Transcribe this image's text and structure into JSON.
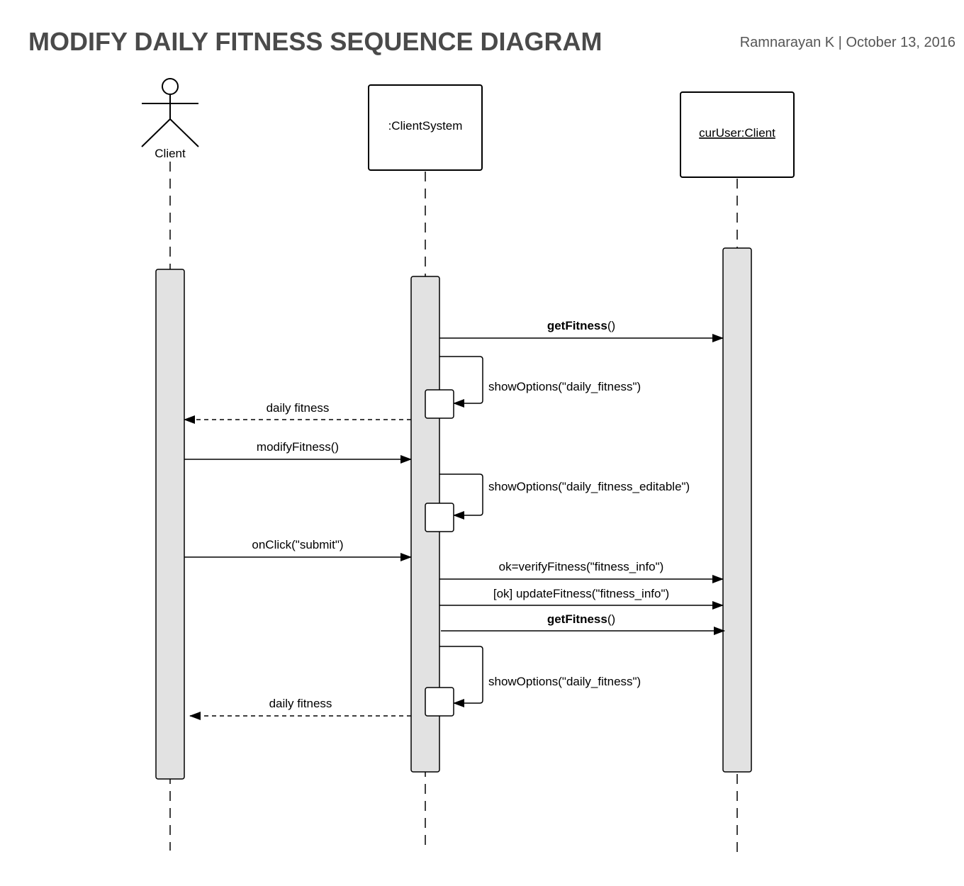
{
  "header": {
    "title": "MODIFY DAILY FITNESS SEQUENCE DIAGRAM",
    "author": "Ramnarayan  K |",
    "date": "October 13, 2016"
  },
  "participants": [
    {
      "id": "client",
      "kind": "actor",
      "label": "Client"
    },
    {
      "id": "clientsystem",
      "kind": "object",
      "label": ":ClientSystem"
    },
    {
      "id": "curuser",
      "kind": "object",
      "label": "curUser:Client",
      "underline": true
    }
  ],
  "messages": [
    {
      "from": "clientsystem",
      "to": "curuser",
      "type": "sync",
      "label_bold": "getFitness",
      "label_rest": "()"
    },
    {
      "from": "clientsystem",
      "to": "clientsystem",
      "type": "self",
      "label": "showOptions(\"daily_fitness\")"
    },
    {
      "from": "clientsystem",
      "to": "client",
      "type": "return",
      "label": "daily fitness"
    },
    {
      "from": "client",
      "to": "clientsystem",
      "type": "sync",
      "label": "modifyFitness()"
    },
    {
      "from": "clientsystem",
      "to": "clientsystem",
      "type": "self",
      "label": "showOptions(\"daily_fitness_editable\")"
    },
    {
      "from": "client",
      "to": "clientsystem",
      "type": "sync",
      "label": "onClick(\"submit\")"
    },
    {
      "from": "clientsystem",
      "to": "curuser",
      "type": "sync",
      "label": "ok=verifyFitness(\"fitness_info\")"
    },
    {
      "from": "clientsystem",
      "to": "curuser",
      "type": "sync",
      "label": "[ok] updateFitness(\"fitness_info\")"
    },
    {
      "from": "clientsystem",
      "to": "curuser",
      "type": "sync",
      "label_bold": "getFitness",
      "label_rest": "()"
    },
    {
      "from": "clientsystem",
      "to": "clientsystem",
      "type": "self",
      "label": "showOptions(\"daily_fitness\")"
    },
    {
      "from": "clientsystem",
      "to": "client",
      "type": "return",
      "label": "daily fitness"
    }
  ],
  "colors": {
    "activation_fill": "#e2e2e2",
    "stroke": "#000000",
    "title": "#4a4a4a"
  }
}
